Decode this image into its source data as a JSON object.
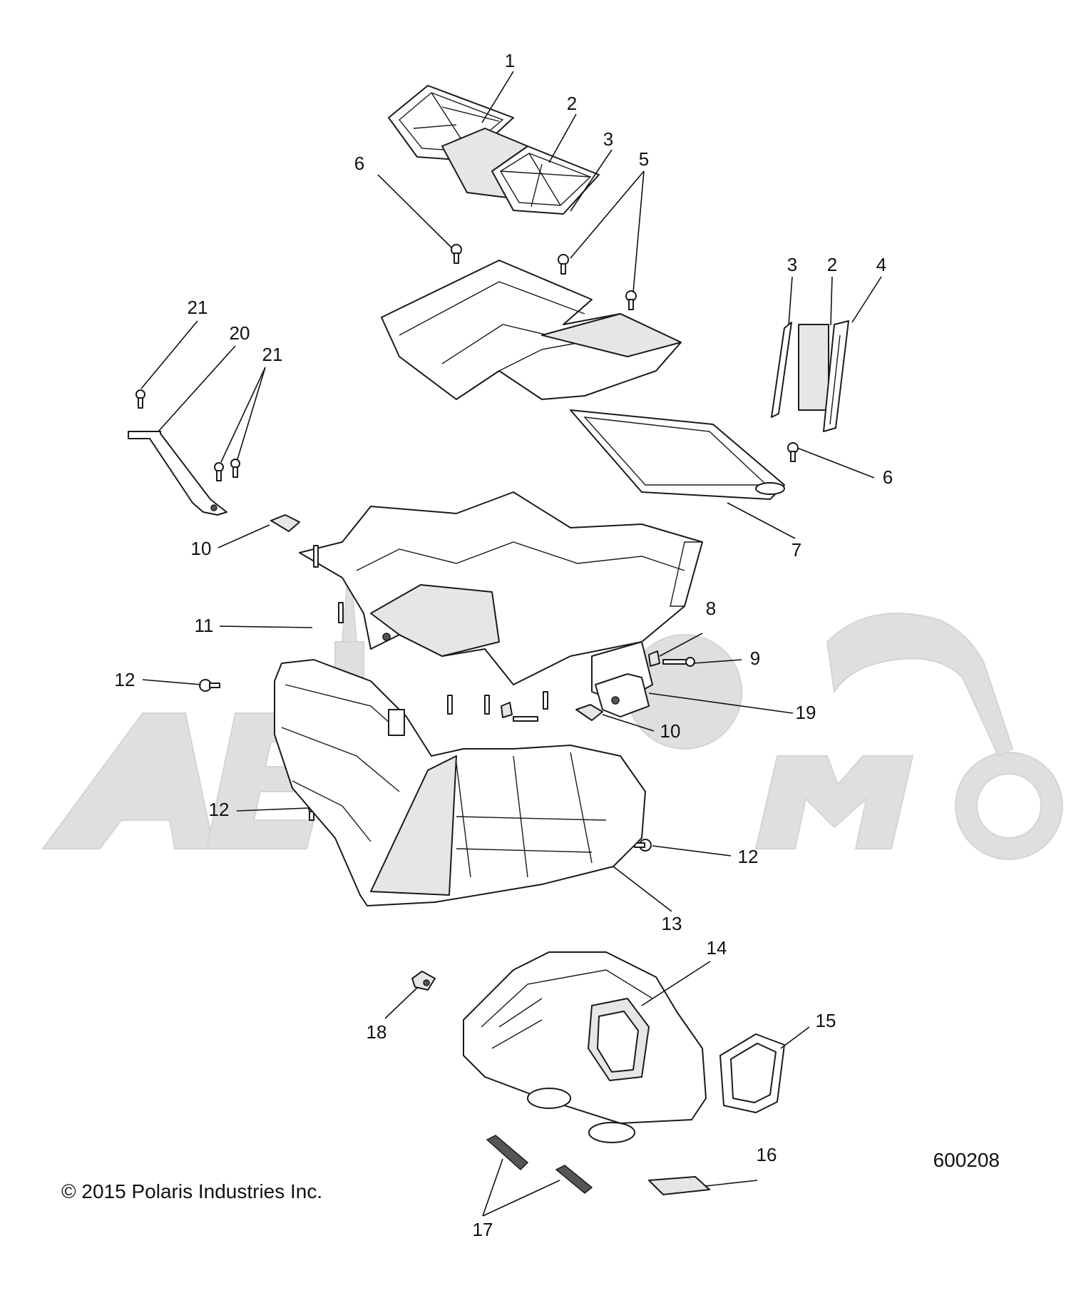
{
  "copyright": "© 2015 Polaris Industries Inc.",
  "diagram_id": "600208",
  "callouts": [
    {
      "id": "c1",
      "label": "1"
    },
    {
      "id": "c2a",
      "label": "2"
    },
    {
      "id": "c3a",
      "label": "3"
    },
    {
      "id": "c5",
      "label": "5"
    },
    {
      "id": "c6a",
      "label": "6"
    },
    {
      "id": "c3b",
      "label": "3"
    },
    {
      "id": "c2b",
      "label": "2"
    },
    {
      "id": "c4",
      "label": "4"
    },
    {
      "id": "c21a",
      "label": "21"
    },
    {
      "id": "c20",
      "label": "20"
    },
    {
      "id": "c21b",
      "label": "21"
    },
    {
      "id": "c6b",
      "label": "6"
    },
    {
      "id": "c10a",
      "label": "10"
    },
    {
      "id": "c7",
      "label": "7"
    },
    {
      "id": "c11",
      "label": "11"
    },
    {
      "id": "c8",
      "label": "8"
    },
    {
      "id": "c9",
      "label": "9"
    },
    {
      "id": "c12a",
      "label": "12"
    },
    {
      "id": "c19",
      "label": "19"
    },
    {
      "id": "c10b",
      "label": "10"
    },
    {
      "id": "c12b",
      "label": "12"
    },
    {
      "id": "c12c",
      "label": "12"
    },
    {
      "id": "c13",
      "label": "13"
    },
    {
      "id": "c14",
      "label": "14"
    },
    {
      "id": "c18",
      "label": "18"
    },
    {
      "id": "c15",
      "label": "15"
    },
    {
      "id": "c16",
      "label": "16"
    },
    {
      "id": "c17",
      "label": "17"
    }
  ]
}
